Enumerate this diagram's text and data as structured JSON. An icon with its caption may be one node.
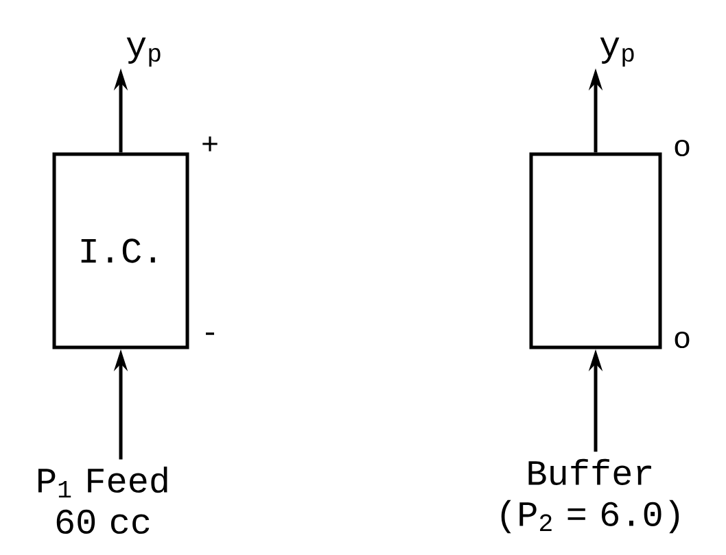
{
  "diagram": {
    "nodes": [
      {
        "text": [
          "I.C."
        ]
      },
      {
        "text": [],
        "shape": "box"
      },
      {
        "text": [
          "y$_{p}$"
        ]
      },
      {
        "text": [
          "y$_{p}$"
        ]
      },
      {
        "text": [
          "P$_{1}$ Feed 60 cc"
        ]
      },
      {
        "text": [
          "Buffer (P$_{2}$ = 6.0)"
        ]
      }
    ],
    "edges": [
      {
        "from": 0,
        "to": 2,
        "arrow": "to"
      },
      {
        "from": 4,
        "to": 0,
        "arrow": "to"
      },
      {
        "from": 1,
        "to": 3,
        "arrow": "to"
      },
      {
        "from": 5,
        "to": 1,
        "arrow": "to"
      }
    ],
    "labels": [
      "+",
      "o",
      "-",
      "o"
    ]
  }
}
